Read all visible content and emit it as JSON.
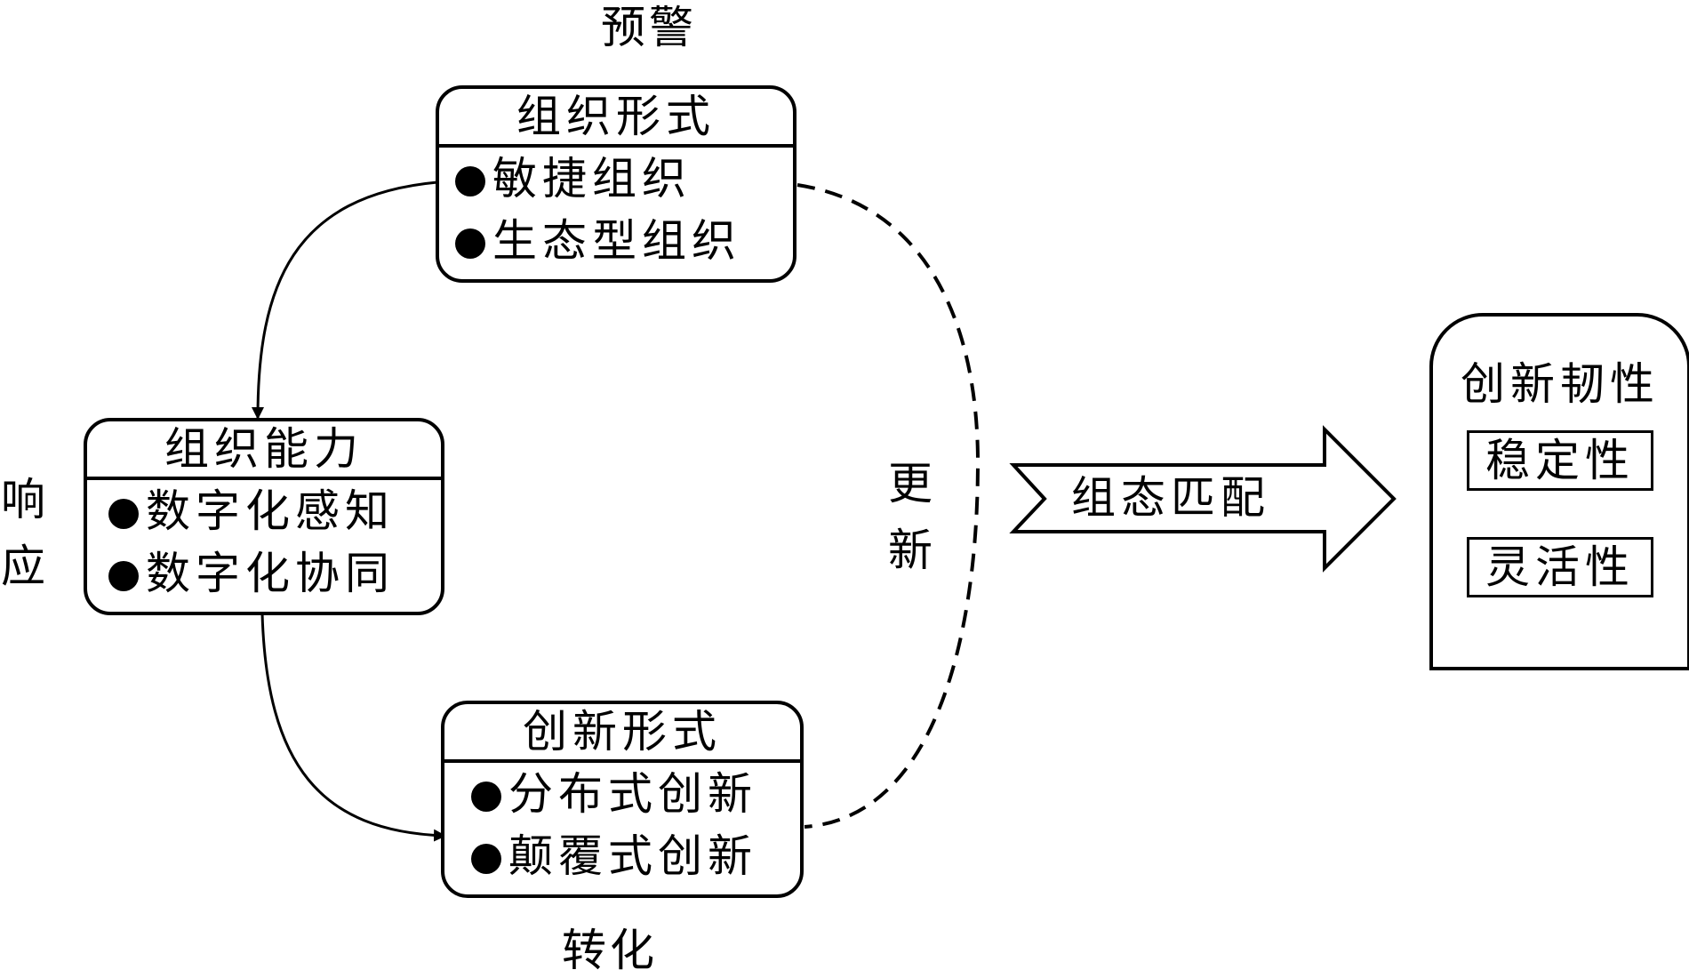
{
  "labels": {
    "top": "预警",
    "left": [
      "响",
      "应"
    ],
    "bottom": "转化",
    "middle": [
      "更",
      "新"
    ]
  },
  "boxes": {
    "org_form": {
      "title": "组织形式",
      "items": [
        "敏捷组织",
        "生态型组织"
      ]
    },
    "org_capability": {
      "title": "组织能力",
      "items": [
        "数字化感知",
        "数字化协同"
      ]
    },
    "innovation_form": {
      "title": "创新形式",
      "items": [
        "分布式创新",
        "颠覆式创新"
      ]
    }
  },
  "arrow": {
    "label": "组态匹配"
  },
  "resilience": {
    "title": "创新韧性",
    "items": [
      "稳定性",
      "灵活性"
    ]
  }
}
